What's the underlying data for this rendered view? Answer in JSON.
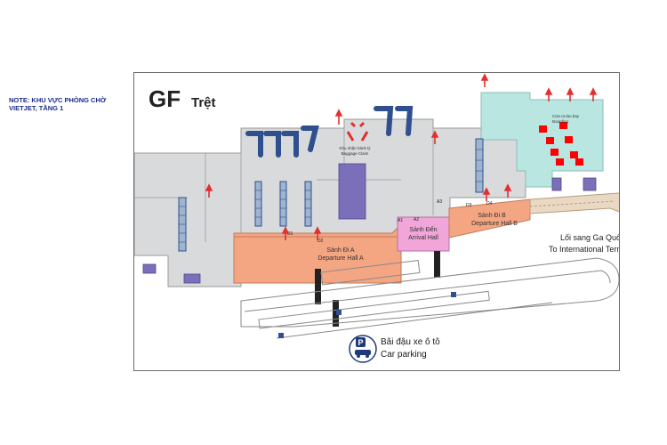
{
  "note": "NOTE: KHU VỰC PHÒNG CHỜ VIETJET, TẦNG 1",
  "map": {
    "floor_code": "GF",
    "floor_name": "Trệt",
    "zones": {
      "departure_hall_a": {
        "line1": "Sảnh Đi A",
        "line2": "Departure Hall A"
      },
      "arrival_hall": {
        "line1": "Sảnh Đến",
        "line2": "Arrival Hall"
      },
      "departure_hall_b": {
        "line1": "Sảnh Đi B",
        "line2": "Departure Hall B"
      },
      "baggage_claim": {
        "line1": "Khu nhận hành lý",
        "line2": "Baggage Claim"
      },
      "gate_area": {
        "line1": "Cửa ra tàu bay",
        "line2": "Boarding"
      }
    },
    "doors": [
      "D1",
      "D2",
      "A1",
      "A2",
      "A3",
      "D3",
      "D4"
    ],
    "international_link": {
      "line1": "Lối sang Ga Quốc tế",
      "line2": "To International Terminal"
    },
    "parking": {
      "icon_letter": "P",
      "line1": "Bãi đậu xe ô tô",
      "line2": "Car parking"
    }
  },
  "colors": {
    "departure": "#f4a582",
    "arrival": "#f0a6d8",
    "gate_area": "#b9e6e0",
    "building": "#d9dadb",
    "arrow_red": "#e23030",
    "vietjet_red": "#ff0000",
    "counter_blue": "#2f4f8f",
    "note_blue": "#1a2a8a"
  }
}
